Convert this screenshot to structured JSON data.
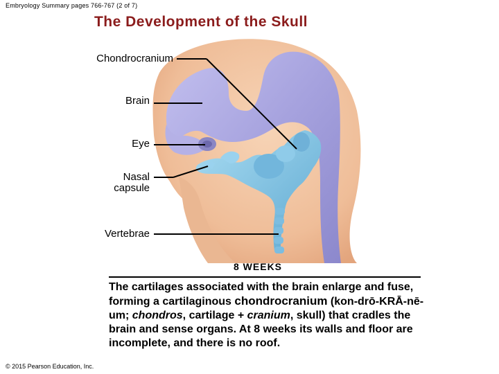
{
  "header": "Embryology Summary pages 766-767 (2 of 7)",
  "title": "The Development of the Skull",
  "labels": {
    "chondrocranium": "Chondrocranium",
    "brain": "Brain",
    "eye": "Eye",
    "nasal_line1": "Nasal",
    "nasal_line2": "capsule",
    "vertebrae": "Vertebrae"
  },
  "stage": "8 WEEKS",
  "description": {
    "part1": "The cartilages associated with the brain enlarge and fuse, forming a cartilaginous ",
    "term": "chondrocranium",
    "part2": " (kon-drō-KRĀ-nē-um; ",
    "chondros": "chondros",
    "part3": ", cartilage + ",
    "cranium": "cranium",
    "part4": ", skull) that cradles the brain and sense organs. At 8 weeks its walls and floor are incomplete, and there is no roof."
  },
  "copyright": "© 2015 Pearson Education, Inc.",
  "colors": {
    "title": "#8b1c1c",
    "skin": "#f3c9a8",
    "brain": "#a9a6e0",
    "cartilage": "#8ec9e8"
  }
}
